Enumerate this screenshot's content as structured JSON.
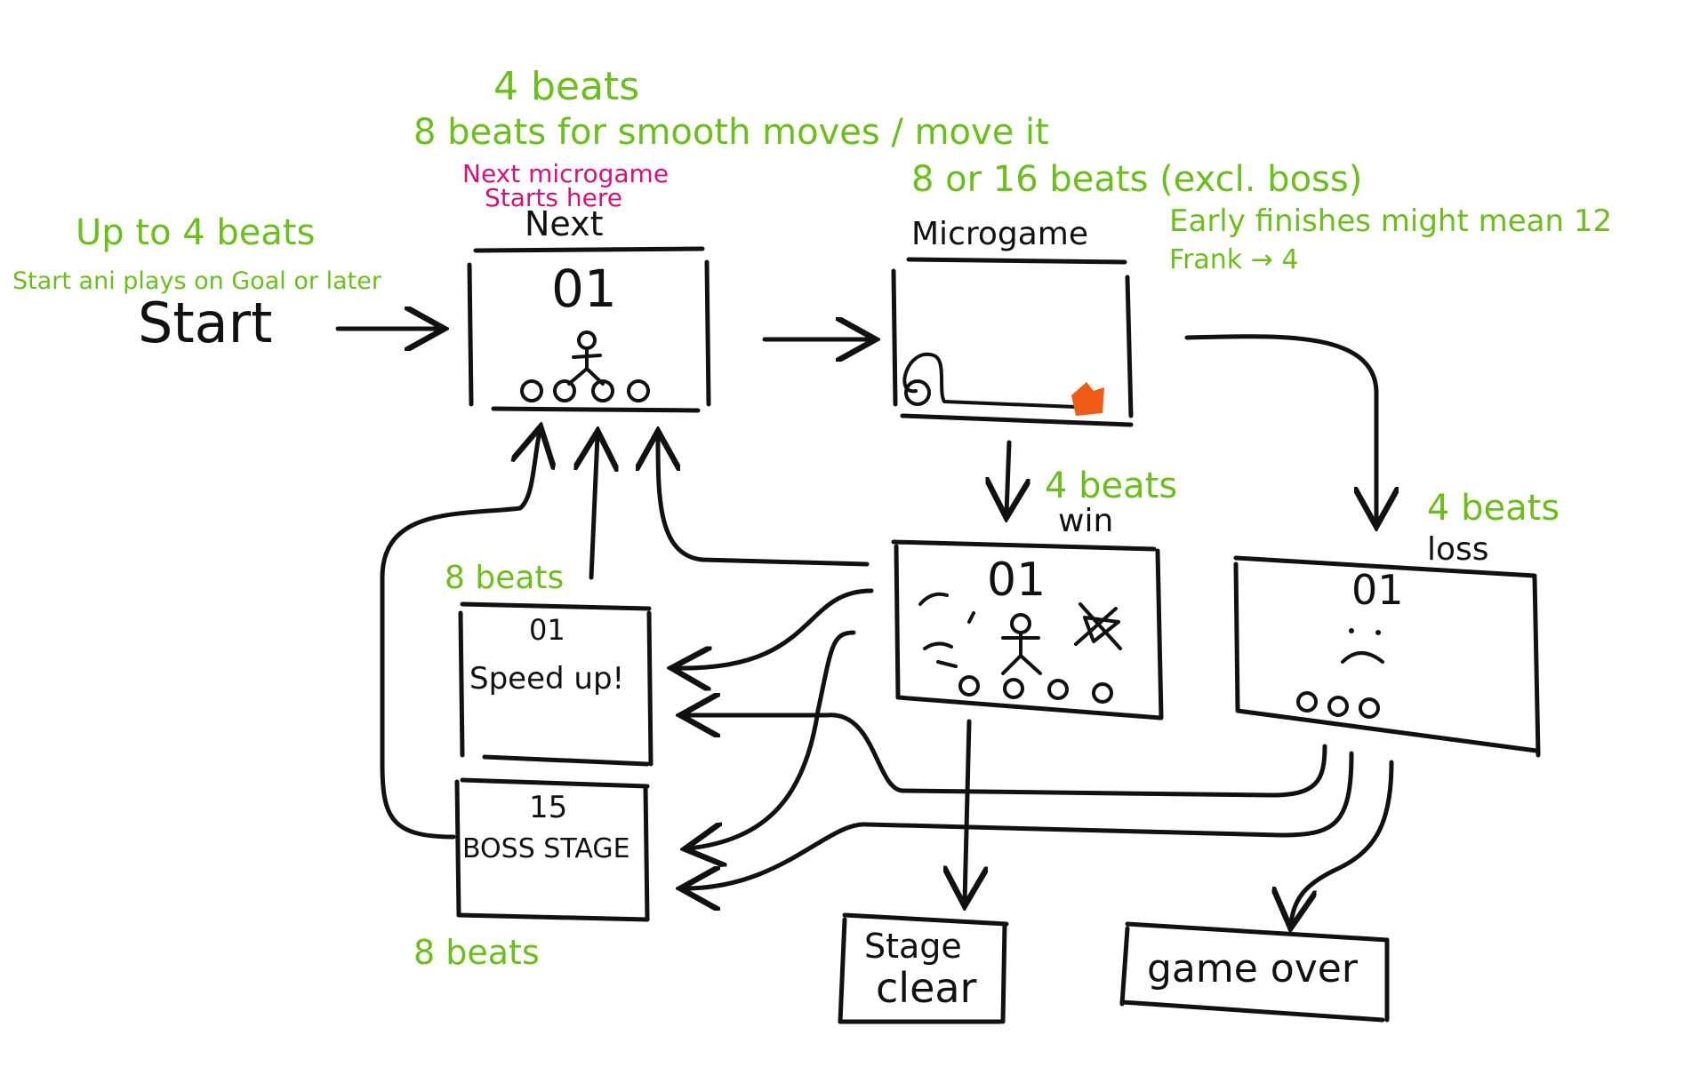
{
  "nodes": {
    "start": {
      "label": "Start",
      "note_top": "Up to 4 beats",
      "note_bottom": "Start ani plays on Goal or later"
    },
    "next": {
      "label": "Next",
      "number": "01",
      "note_line1": "4 beats",
      "note_line2": "8 beats for smooth moves / move it",
      "pink_line1": "Next microgame",
      "pink_line2": "Starts here"
    },
    "microgame": {
      "label": "Microgame",
      "note_line1": "8 or 16 beats (excl. boss)",
      "note_line2": "Early finishes might mean 12",
      "note_line3": "Frank → 4"
    },
    "win": {
      "label": "win",
      "number": "01",
      "note": "4 beats"
    },
    "loss": {
      "label": "loss",
      "number": "01",
      "face": ":(",
      "note": "4 beats"
    },
    "speed_up": {
      "number": "01",
      "label": "Speed up!",
      "note": "8 beats"
    },
    "boss_stage": {
      "number": "15",
      "label": "BOSS STAGE",
      "note": "8 beats"
    },
    "stage_clear": {
      "line1": "Stage",
      "line2": "clear"
    },
    "game_over": {
      "label": "game over"
    }
  },
  "colors": {
    "ink": "#111111",
    "note": "#6bbf1a",
    "pink": "#d4127a",
    "orange": "#f05a14"
  }
}
